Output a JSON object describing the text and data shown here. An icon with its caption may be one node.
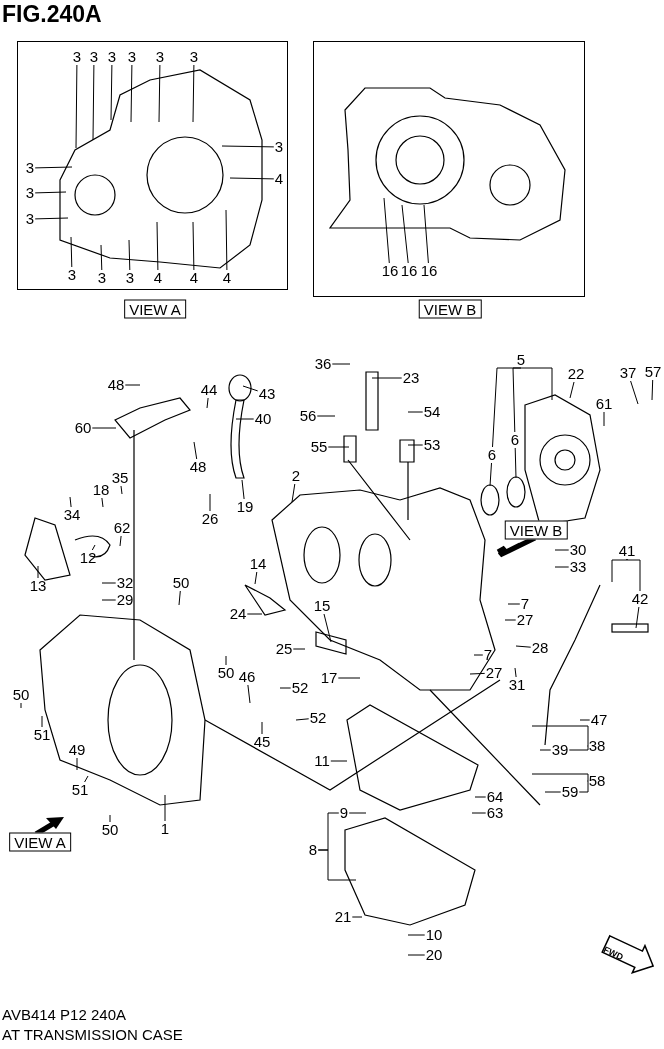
{
  "diagram": {
    "title": "FIG.240A",
    "nodes": [
      {
        "text": [],
        "shape": "box"
      },
      {
        "text": [
          "3"
        ],
        "in": 0
      },
      {
        "text": [
          "3"
        ],
        "in": 0
      },
      {
        "text": [
          "3"
        ],
        "in": 0
      },
      {
        "text": [
          "3"
        ],
        "in": 0
      },
      {
        "text": [
          "3"
        ],
        "in": 0
      },
      {
        "text": [
          "3"
        ],
        "in": 0
      },
      {
        "text": [
          "3"
        ],
        "in": 0
      },
      {
        "text": [
          "4"
        ],
        "in": 0
      },
      {
        "text": [
          "3"
        ],
        "in": 0
      },
      {
        "text": [
          "3"
        ],
        "in": 0
      },
      {
        "text": [
          "3"
        ],
        "in": 0
      },
      {
        "text": [
          "3"
        ],
        "in": 0
      },
      {
        "text": [
          "3"
        ],
        "in": 0
      },
      {
        "text": [
          "3"
        ],
        "in": 0
      },
      {
        "text": [
          "4"
        ],
        "in": 0
      },
      {
        "text": [
          "4"
        ],
        "in": 0
      },
      {
        "text": [
          "4"
        ],
        "in": 0
      },
      {
        "text": [],
        "shape": "box"
      },
      {
        "text": [
          "16"
        ],
        "in": 18
      },
      {
        "text": [
          "16"
        ],
        "in": 18
      },
      {
        "text": [
          "16"
        ],
        "in": 18
      },
      {
        "text": [
          "48"
        ]
      },
      {
        "text": [
          "60"
        ]
      },
      {
        "text": [
          "44"
        ]
      },
      {
        "text": [
          "43"
        ]
      },
      {
        "text": [
          "40"
        ]
      },
      {
        "text": [
          "48"
        ]
      },
      {
        "text": [
          "26"
        ]
      },
      {
        "text": [
          "19"
        ]
      },
      {
        "text": [
          "36"
        ]
      },
      {
        "text": [
          "23"
        ]
      },
      {
        "text": [
          "56"
        ]
      },
      {
        "text": [
          "54"
        ]
      },
      {
        "text": [
          "55"
        ]
      },
      {
        "text": [
          "53"
        ]
      },
      {
        "text": [
          "2"
        ]
      },
      {
        "text": [
          "5"
        ]
      },
      {
        "text": [
          "6"
        ]
      },
      {
        "text": [
          "6"
        ]
      },
      {
        "text": [
          "22"
        ]
      },
      {
        "text": [
          "37"
        ]
      },
      {
        "text": [
          "57"
        ]
      },
      {
        "text": [
          "61"
        ]
      },
      {
        "text": [
          "VIEW B"
        ]
      },
      {
        "text": [
          "30"
        ]
      },
      {
        "text": [
          "33"
        ]
      },
      {
        "text": [
          "41"
        ]
      },
      {
        "text": [
          "42"
        ]
      },
      {
        "text": [
          "7"
        ]
      },
      {
        "text": [
          "27"
        ]
      },
      {
        "text": [
          "7"
        ]
      },
      {
        "text": [
          "28"
        ]
      },
      {
        "text": [
          "27"
        ]
      },
      {
        "text": [
          "31"
        ]
      },
      {
        "text": [
          "34"
        ]
      },
      {
        "text": [
          "18"
        ]
      },
      {
        "text": [
          "35"
        ]
      },
      {
        "text": [
          "62"
        ]
      },
      {
        "text": [
          "12"
        ]
      },
      {
        "text": [
          "13"
        ]
      },
      {
        "text": [
          "32"
        ]
      },
      {
        "text": [
          "29"
        ]
      },
      {
        "text": [
          "50"
        ]
      },
      {
        "text": [
          "14"
        ]
      },
      {
        "text": [
          "24"
        ]
      },
      {
        "text": [
          "15"
        ]
      },
      {
        "text": [
          "25"
        ]
      },
      {
        "text": [
          "17"
        ]
      },
      {
        "text": [
          "50"
        ]
      },
      {
        "text": [
          "46"
        ]
      },
      {
        "text": [
          "52"
        ]
      },
      {
        "text": [
          "52"
        ]
      },
      {
        "text": [
          "50"
        ]
      },
      {
        "text": [
          "51"
        ]
      },
      {
        "text": [
          "45"
        ]
      },
      {
        "text": [
          "49"
        ]
      },
      {
        "text": [
          "51"
        ]
      },
      {
        "text": [
          "50"
        ]
      },
      {
        "text": [
          "1"
        ]
      },
      {
        "text": [
          "11"
        ]
      },
      {
        "text": [
          "47"
        ]
      },
      {
        "text": [
          "38"
        ]
      },
      {
        "text": [
          "39"
        ]
      },
      {
        "text": [
          "58"
        ]
      },
      {
        "text": [
          "59"
        ]
      },
      {
        "text": [
          "64"
        ]
      },
      {
        "text": [
          "63"
        ]
      },
      {
        "text": [
          "9"
        ]
      },
      {
        "text": [
          "8"
        ]
      },
      {
        "text": [
          "21"
        ]
      },
      {
        "text": [
          "10"
        ]
      },
      {
        "text": [
          "20"
        ]
      },
      {
        "text": [
          "VIEW A"
        ]
      },
      {
        "text": [
          "VIEW A"
        ]
      },
      {
        "text": [
          "VIEW B"
        ]
      }
    ],
    "edges": [
      {
        "from": 1,
        "to": null,
        "arrow": "none"
      },
      {
        "from": 2,
        "to": null,
        "arrow": "none"
      },
      {
        "from": 3,
        "to": null,
        "arrow": "none"
      },
      {
        "from": 4,
        "to": null,
        "arrow": "none"
      },
      {
        "from": 5,
        "to": null,
        "arrow": "none"
      },
      {
        "from": 6,
        "to": null,
        "arrow": "none"
      },
      {
        "from": 7,
        "to": null,
        "arrow": "none"
      },
      {
        "from": 8,
        "to": null,
        "arrow": "none"
      },
      {
        "from": 9,
        "to": null,
        "arrow": "none"
      },
      {
        "from": 10,
        "to": null,
        "arrow": "none"
      },
      {
        "from": 11,
        "to": null,
        "arrow": "none"
      },
      {
        "from": 12,
        "to": null,
        "arrow": "none"
      },
      {
        "from": 13,
        "to": null,
        "arrow": "none"
      },
      {
        "from": 14,
        "to": null,
        "arrow": "none"
      },
      {
        "from": 15,
        "to": null,
        "arrow": "none"
      },
      {
        "from": 16,
        "to": null,
        "arrow": "none"
      },
      {
        "from": 17,
        "to": null,
        "arrow": "none"
      },
      {
        "from": 19,
        "to": null,
        "arrow": "none"
      },
      {
        "from": 20,
        "to": null,
        "arrow": "none"
      },
      {
        "from": 21,
        "to": null,
        "arrow": "none"
      },
      {
        "from": 22,
        "to": null,
        "arrow": "none"
      },
      {
        "from": 23,
        "to": null,
        "arrow": "none"
      },
      {
        "from": 24,
        "to": null,
        "arrow": "none"
      },
      {
        "from": 25,
        "to": null,
        "arrow": "none"
      },
      {
        "from": 26,
        "to": null,
        "arrow": "none"
      },
      {
        "from": 27,
        "to": null,
        "arrow": "none"
      },
      {
        "from": 28,
        "to": null,
        "arrow": "none"
      },
      {
        "from": 29,
        "to": null,
        "arrow": "none"
      },
      {
        "from": 30,
        "to": null,
        "arrow": "none"
      },
      {
        "from": 31,
        "to": null,
        "arrow": "none"
      },
      {
        "from": 32,
        "to": null,
        "arrow": "none"
      },
      {
        "from": 33,
        "to": null,
        "arrow": "none"
      },
      {
        "from": 34,
        "to": null,
        "arrow": "none"
      },
      {
        "from": 35,
        "to": null,
        "arrow": "none"
      },
      {
        "from": 36,
        "to": null,
        "arrow": "none"
      },
      {
        "from": 37,
        "to": null,
        "arrow": "none"
      },
      {
        "from": 38,
        "to": null,
        "arrow": "none"
      },
      {
        "from": 39,
        "to": null,
        "arrow": "none"
      },
      {
        "from": 40,
        "to": null,
        "arrow": "none"
      },
      {
        "from": 41,
        "to": null,
        "arrow": "none"
      },
      {
        "from": 42,
        "to": null,
        "arrow": "none"
      },
      {
        "from": 43,
        "to": null,
        "arrow": "none"
      },
      {
        "from": 45,
        "to": null,
        "arrow": "none"
      },
      {
        "from": 46,
        "to": null,
        "arrow": "none"
      },
      {
        "from": 47,
        "to": null,
        "arrow": "none"
      },
      {
        "from": 48,
        "to": null,
        "arrow": "none"
      },
      {
        "from": 49,
        "to": null,
        "arrow": "none"
      },
      {
        "from": 50,
        "to": null,
        "arrow": "none"
      },
      {
        "from": 51,
        "to": null,
        "arrow": "none"
      },
      {
        "from": 52,
        "to": null,
        "arrow": "none"
      },
      {
        "from": 53,
        "to": null,
        "arrow": "none"
      },
      {
        "from": 54,
        "to": null,
        "arrow": "none"
      },
      {
        "from": 55,
        "to": null,
        "arrow": "none"
      },
      {
        "from": 56,
        "to": null,
        "arrow": "none"
      },
      {
        "from": 57,
        "to": null,
        "arrow": "none"
      },
      {
        "from": 58,
        "to": null,
        "arrow": "none"
      },
      {
        "from": 59,
        "to": null,
        "arrow": "none"
      },
      {
        "from": 60,
        "to": null,
        "arrow": "none"
      },
      {
        "from": 61,
        "to": null,
        "arrow": "none"
      },
      {
        "from": 62,
        "to": null,
        "arrow": "none"
      },
      {
        "from": 63,
        "to": null,
        "arrow": "none"
      },
      {
        "from": 64,
        "to": null,
        "arrow": "none"
      },
      {
        "from": 65,
        "to": null,
        "arrow": "none"
      },
      {
        "from": 66,
        "to": null,
        "arrow": "none"
      },
      {
        "from": 67,
        "to": null,
        "arrow": "none"
      },
      {
        "from": 68,
        "to": null,
        "arrow": "none"
      },
      {
        "from": 69,
        "to": null,
        "arrow": "none"
      },
      {
        "from": 70,
        "to": null,
        "arrow": "none"
      },
      {
        "from": 71,
        "to": null,
        "arrow": "none"
      },
      {
        "from": 72,
        "to": null,
        "arrow": "none"
      },
      {
        "from": 73,
        "to": null,
        "arrow": "none"
      },
      {
        "from": 74,
        "to": null,
        "arrow": "none"
      },
      {
        "from": 75,
        "to": null,
        "arrow": "none"
      },
      {
        "from": 76,
        "to": null,
        "arrow": "none"
      },
      {
        "from": 77,
        "to": null,
        "arrow": "none"
      },
      {
        "from": 78,
        "to": null,
        "arrow": "none"
      },
      {
        "from": 79,
        "to": null,
        "arrow": "none"
      },
      {
        "from": 80,
        "to": null,
        "arrow": "none"
      },
      {
        "from": 81,
        "to": null,
        "arrow": "none"
      },
      {
        "from": 82,
        "to": null,
        "arrow": "none"
      },
      {
        "from": 83,
        "to": null,
        "arrow": "none"
      },
      {
        "from": 84,
        "to": null,
        "arrow": "none"
      },
      {
        "from": 85,
        "to": null,
        "arrow": "none"
      },
      {
        "from": 86,
        "to": null,
        "arrow": "none"
      },
      {
        "from": 87,
        "to": null,
        "arrow": "none"
      },
      {
        "from": 88,
        "to": null,
        "arrow": "none"
      },
      {
        "from": 89,
        "to": null,
        "arrow": "none"
      },
      {
        "from": 90,
        "to": null,
        "arrow": "none"
      },
      {
        "from": 91,
        "to": null,
        "arrow": "none"
      },
      {
        "from": 92,
        "to": null,
        "arrow": "none"
      },
      {
        "from": 37,
        "to": 38,
        "arrow": "none"
      },
      {
        "from": 37,
        "to": 39,
        "arrow": "none"
      },
      {
        "from": 47,
        "to": 48,
        "arrow": "none"
      },
      {
        "from": 82,
        "to": 83,
        "arrow": "none"
      },
      {
        "from": 84,
        "to": 85,
        "arrow": "none"
      },
      {
        "from": 89,
        "to": 88,
        "arrow": "none"
      }
    ],
    "labels": [
      "FWD",
      "AVB414 P12 240A",
      "AT TRANSMISSION CASE"
    ]
  }
}
